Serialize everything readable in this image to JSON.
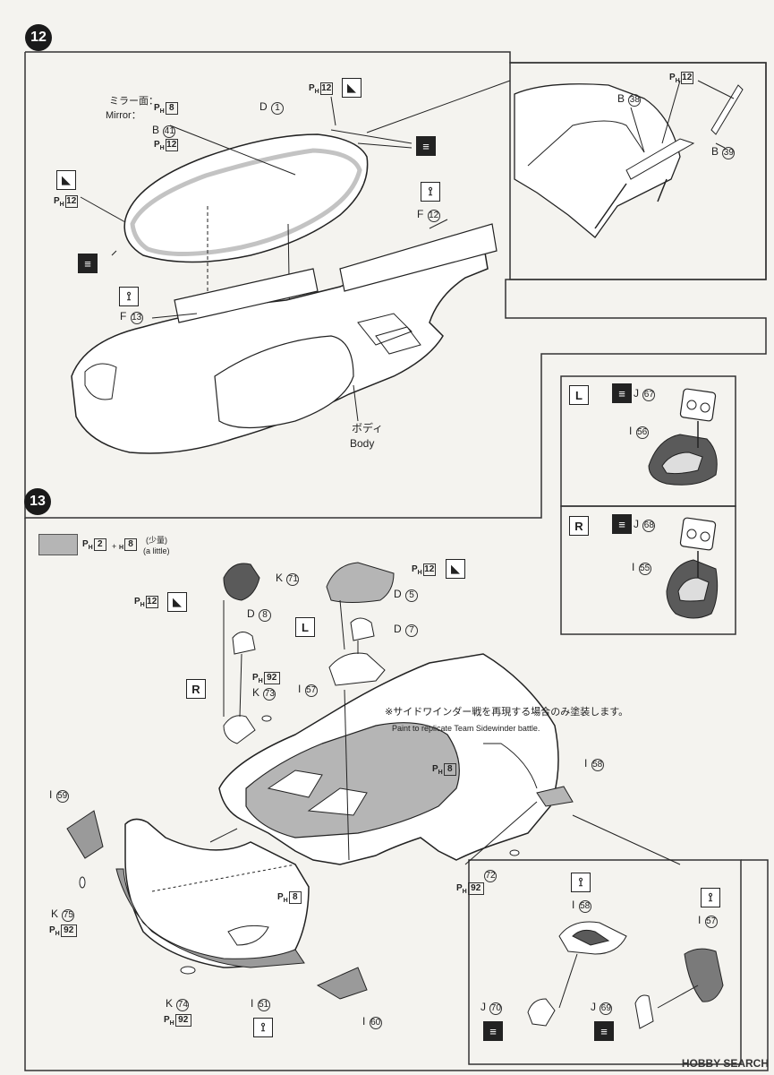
{
  "step12": {
    "number": "12",
    "mirror_jp": "ミラー面：",
    "mirror_en": "Mirror：",
    "mirror_paint": "8",
    "part_D1": "D",
    "part_D1_num": "1",
    "part_B41": "B",
    "part_B41_num": "41",
    "paint_12": "12",
    "part_F12": "F",
    "part_F12_num": "12",
    "part_F13": "F",
    "part_F13_num": "13",
    "body_jp": "ボディ",
    "body_en": "Body",
    "part_B38": "B",
    "part_B38_num": "38",
    "part_B39": "B",
    "part_B39_num": "39"
  },
  "side_L": {
    "letter": "L",
    "part_J67": "J",
    "part_J67_num": "67",
    "part_I56": "I",
    "part_I56_num": "56"
  },
  "side_R": {
    "letter": "R",
    "part_J68": "J",
    "part_J68_num": "68",
    "part_I55": "I",
    "part_I55_num": "55"
  },
  "step13": {
    "number": "13",
    "mix_a": "2",
    "mix_plus": "+",
    "mix_b": "8",
    "mix_jp": "(少量)",
    "mix_en": "(a little)",
    "part_K71": "K",
    "part_K71_num": "71",
    "paint_12": "12",
    "part_D5": "D",
    "part_D5_num": "5",
    "part_D8": "D",
    "part_D8_num": "8",
    "part_D7": "D",
    "part_D7_num": "7",
    "L": "L",
    "R": "R",
    "paint_92": "92",
    "part_K73": "K",
    "part_K73_num": "73",
    "part_I57": "I",
    "part_I57_num": "57",
    "note_jp": "※サイドワインダー戦を再現する場合のみ塗装します。",
    "note_en": "Paint to replicate Team Sidewinder battle.",
    "paint_8": "8",
    "part_I58": "I",
    "part_I58_num": "58",
    "part_I59": "I",
    "part_I59_num": "59",
    "part_K72_num": "72",
    "part_K75": "K",
    "part_K75_num": "75",
    "part_K74": "K",
    "part_K74_num": "74",
    "part_I51": "I",
    "part_I51_num": "51",
    "part_I60": "I",
    "part_I60_num": "60",
    "part_J70": "J",
    "part_J70_num": "70",
    "part_J69": "J",
    "part_J69_num": "69"
  },
  "watermark": "HOBBY SEARCH",
  "colors": {
    "ink": "#222222",
    "paper": "#f4f3ef",
    "grey_fill": "#b5b5b5",
    "dark_part": "#5a5a5a"
  }
}
